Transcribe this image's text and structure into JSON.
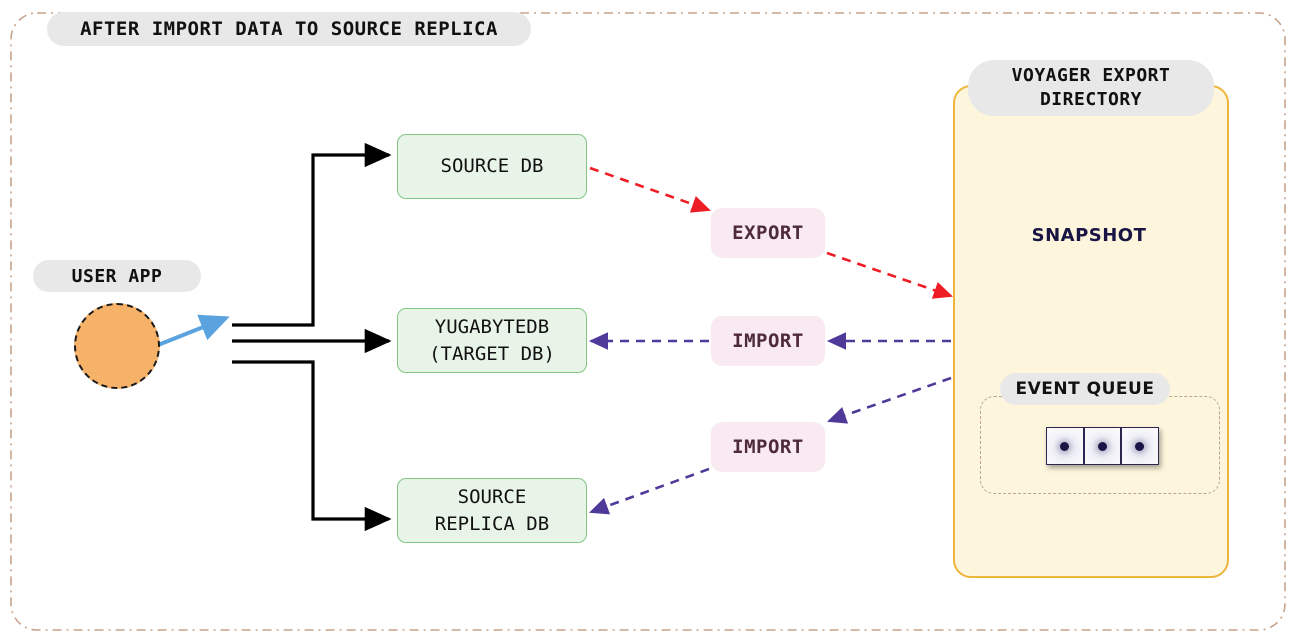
{
  "diagram": {
    "title": "AFTER IMPORT DATA TO SOURCE REPLICA",
    "type": "architecture-flow",
    "frame_border_color": "#c8a48c",
    "background": "#ffffff"
  },
  "user_app": {
    "label": "USER APP",
    "shape": "circle",
    "fill_color": "#f6b269",
    "border_style": "dashed",
    "border_color": "#1a1a1a",
    "connector_color": "#5ba3de"
  },
  "nodes": [
    {
      "id": "source-db",
      "label": "SOURCE DB",
      "fill_color": "#e9f4e9",
      "border_color": "#82c682"
    },
    {
      "id": "target-db",
      "label": "YUGABYTEDB\n(TARGET DB)",
      "fill_color": "#e9f4e9",
      "border_color": "#82c682"
    },
    {
      "id": "replica-db",
      "label": "SOURCE\nREPLICA DB",
      "fill_color": "#e9f4e9",
      "border_color": "#82c682"
    }
  ],
  "edge_labels": {
    "export": "EXPORT",
    "import_top": "IMPORT",
    "import_bottom": "IMPORT",
    "label_fill": "#f9eaf1",
    "label_text_color": "#4d2b38"
  },
  "edges": [
    {
      "id": "source-db-to-export-dir",
      "from": "SOURCE DB",
      "to": "VOYAGER EXPORT DIRECTORY",
      "label": "EXPORT",
      "style": "dashed",
      "color": "#ee1c24",
      "direction": "forward"
    },
    {
      "id": "export-dir-to-target-db",
      "from": "VOYAGER EXPORT DIRECTORY",
      "to": "YUGABYTEDB (TARGET DB)",
      "label": "IMPORT",
      "style": "dashed",
      "color": "#4f3a99",
      "direction": "forward"
    },
    {
      "id": "export-dir-to-source-replica",
      "from": "VOYAGER EXPORT DIRECTORY",
      "to": "SOURCE REPLICA DB",
      "label": "IMPORT",
      "style": "dashed",
      "color": "#4f3a99",
      "direction": "forward"
    },
    {
      "id": "user-app-to-source-db",
      "from": "USER APP",
      "to": "SOURCE DB",
      "style": "solid",
      "color": "#000000",
      "direction": "forward"
    },
    {
      "id": "user-app-to-target-db",
      "from": "USER APP",
      "to": "YUGABYTEDB (TARGET DB)",
      "style": "solid",
      "color": "#000000",
      "direction": "forward"
    },
    {
      "id": "user-app-to-replica-db",
      "from": "USER APP",
      "to": "SOURCE REPLICA DB",
      "style": "solid",
      "color": "#000000",
      "direction": "forward"
    }
  ],
  "voyager": {
    "title": "VOYAGER EXPORT\nDIRECTORY",
    "fill_color": "#fdf6dd",
    "border_color": "#edb53c",
    "snapshot": {
      "label": "SNAPSHOT",
      "shape": "cylinder",
      "fill_color": "#cdc6e8",
      "border_color": "#6a4fa3",
      "text_color": "#181444"
    },
    "event_queue": {
      "label": "EVENT QUEUE",
      "cell_count": 3,
      "cell_dot_color": "#1b1545",
      "border_style": "dashed",
      "border_color": "#bfa392",
      "arrow_color": "#000000"
    }
  }
}
